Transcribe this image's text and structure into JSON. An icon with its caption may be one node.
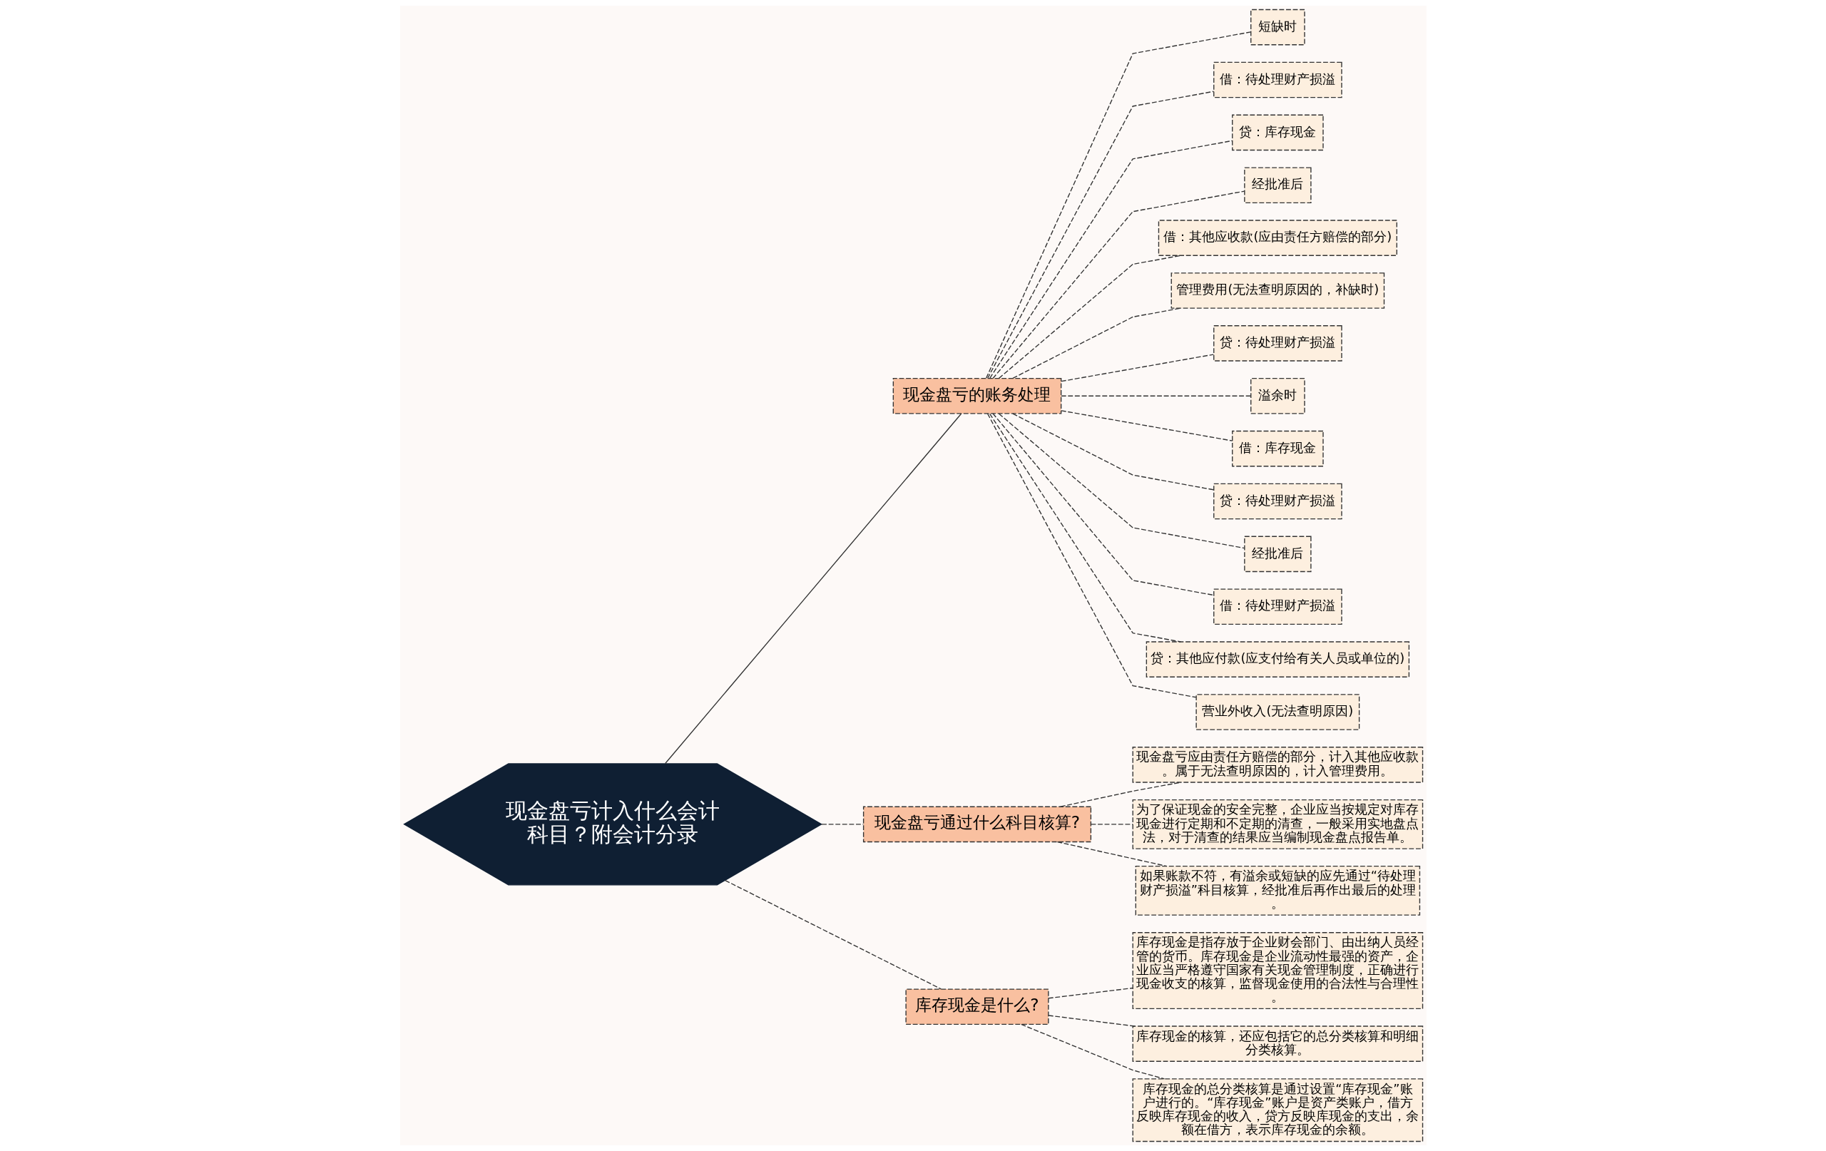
{
  "diagram": {
    "nodes": [
      {
        "text": [
          "现金盘亏计入什么会计科目？附会计分录"
        ]
      },
      {
        "text": [
          "现金盘亏的账务处理"
        ]
      },
      {
        "text": [
          "短缺时"
        ]
      },
      {
        "text": [
          "借：待处理财产损溢"
        ]
      },
      {
        "text": [
          "贷：库存现金"
        ]
      },
      {
        "text": [
          "经批准后"
        ]
      },
      {
        "text": [
          "借：其他应收款(应由责任方赔偿的部分)"
        ]
      },
      {
        "text": [
          "管理费用(无法查明原因的，补缺时)"
        ]
      },
      {
        "text": [
          "贷：待处理财产损溢"
        ]
      },
      {
        "text": [
          "溢余时"
        ]
      },
      {
        "text": [
          "借：库存现金"
        ]
      },
      {
        "text": [
          "贷：待处理财产损溢"
        ]
      },
      {
        "text": [
          "经批准后"
        ]
      },
      {
        "text": [
          "借：待处理财产损溢"
        ]
      },
      {
        "text": [
          "贷：其他应付款(应支付给有关人员或单位的)"
        ]
      },
      {
        "text": [
          "营业外收入(无法查明原因)"
        ]
      },
      {
        "text": [
          "现金盘亏通过什么科目核算?"
        ]
      },
      {
        "text": [
          "现金盘亏应由责任方赔偿的部分，计入其他应收款。属于无法查明原因的，计入管理费用。"
        ]
      },
      {
        "text": [
          "为了保证现金的安全完整，企业应当按规定对库存现金进行定期和不定期的清查，一般采用实地盘点法，对于清查的结果应当编制现金盘点报告单。"
        ]
      },
      {
        "text": [
          "如果账款不符，有溢余或短缺的应先通过“待处理财产损溢”科目核算，经批准后再作出最后的处理。"
        ]
      },
      {
        "text": [
          "库存现金是什么?"
        ]
      },
      {
        "text": [
          "库存现金是指存放于企业财会部门、由出纳人员经管的货币。库存现金是企业流动性最强的资产，企业应当严格遵守国家有关现金管理制度，正确进行现金收支的核算，监督现金使用的合法性与合理性。"
        ]
      },
      {
        "text": [
          "库存现金的核算，还应包括它的总分类核算和明细分类核算。"
        ]
      },
      {
        "text": [
          "库存现金的总分类核算是通过设置“库存现金”账户进行的。“库存现金”账户是资产类账户，借方反映库存现金的收入，贷方反映库现金的支出，余额在借方，表示库存现金的余额。"
        ]
      }
    ],
    "edges": [
      {
        "from": 0,
        "to": 1,
        "arrow": "none"
      },
      {
        "from": 1,
        "to": 2,
        "arrow": "none",
        "style": "dashed"
      },
      {
        "from": 1,
        "to": 3,
        "arrow": "none",
        "style": "dashed"
      },
      {
        "from": 1,
        "to": 4,
        "arrow": "none",
        "style": "dashed"
      },
      {
        "from": 1,
        "to": 5,
        "arrow": "none",
        "style": "dashed"
      },
      {
        "from": 1,
        "to": 6,
        "arrow": "none",
        "style": "dashed"
      },
      {
        "from": 1,
        "to": 7,
        "arrow": "none",
        "style": "dashed"
      },
      {
        "from": 1,
        "to": 8,
        "arrow": "none",
        "style": "dashed"
      },
      {
        "from": 1,
        "to": 9,
        "arrow": "none",
        "style": "dashed"
      },
      {
        "from": 1,
        "to": 10,
        "arrow": "none",
        "style": "dashed"
      },
      {
        "from": 1,
        "to": 11,
        "arrow": "none",
        "style": "dashed"
      },
      {
        "from": 1,
        "to": 12,
        "arrow": "none",
        "style": "dashed"
      },
      {
        "from": 1,
        "to": 13,
        "arrow": "none",
        "style": "dashed"
      },
      {
        "from": 1,
        "to": 14,
        "arrow": "none",
        "style": "dashed"
      },
      {
        "from": 1,
        "to": 15,
        "arrow": "none",
        "style": "dashed"
      },
      {
        "from": 0,
        "to": 16,
        "arrow": "none",
        "style": "dashed"
      },
      {
        "from": 16,
        "to": 17,
        "arrow": "none",
        "style": "dashed"
      },
      {
        "from": 16,
        "to": 18,
        "arrow": "none",
        "style": "dashed"
      },
      {
        "from": 16,
        "to": 19,
        "arrow": "none",
        "style": "dashed"
      },
      {
        "from": 0,
        "to": 20,
        "arrow": "none",
        "style": "dashed"
      },
      {
        "from": 20,
        "to": 21,
        "arrow": "none",
        "style": "dashed"
      },
      {
        "from": 20,
        "to": 22,
        "arrow": "none",
        "style": "dashed"
      },
      {
        "from": 20,
        "to": 23,
        "arrow": "none",
        "style": "dashed"
      }
    ]
  }
}
